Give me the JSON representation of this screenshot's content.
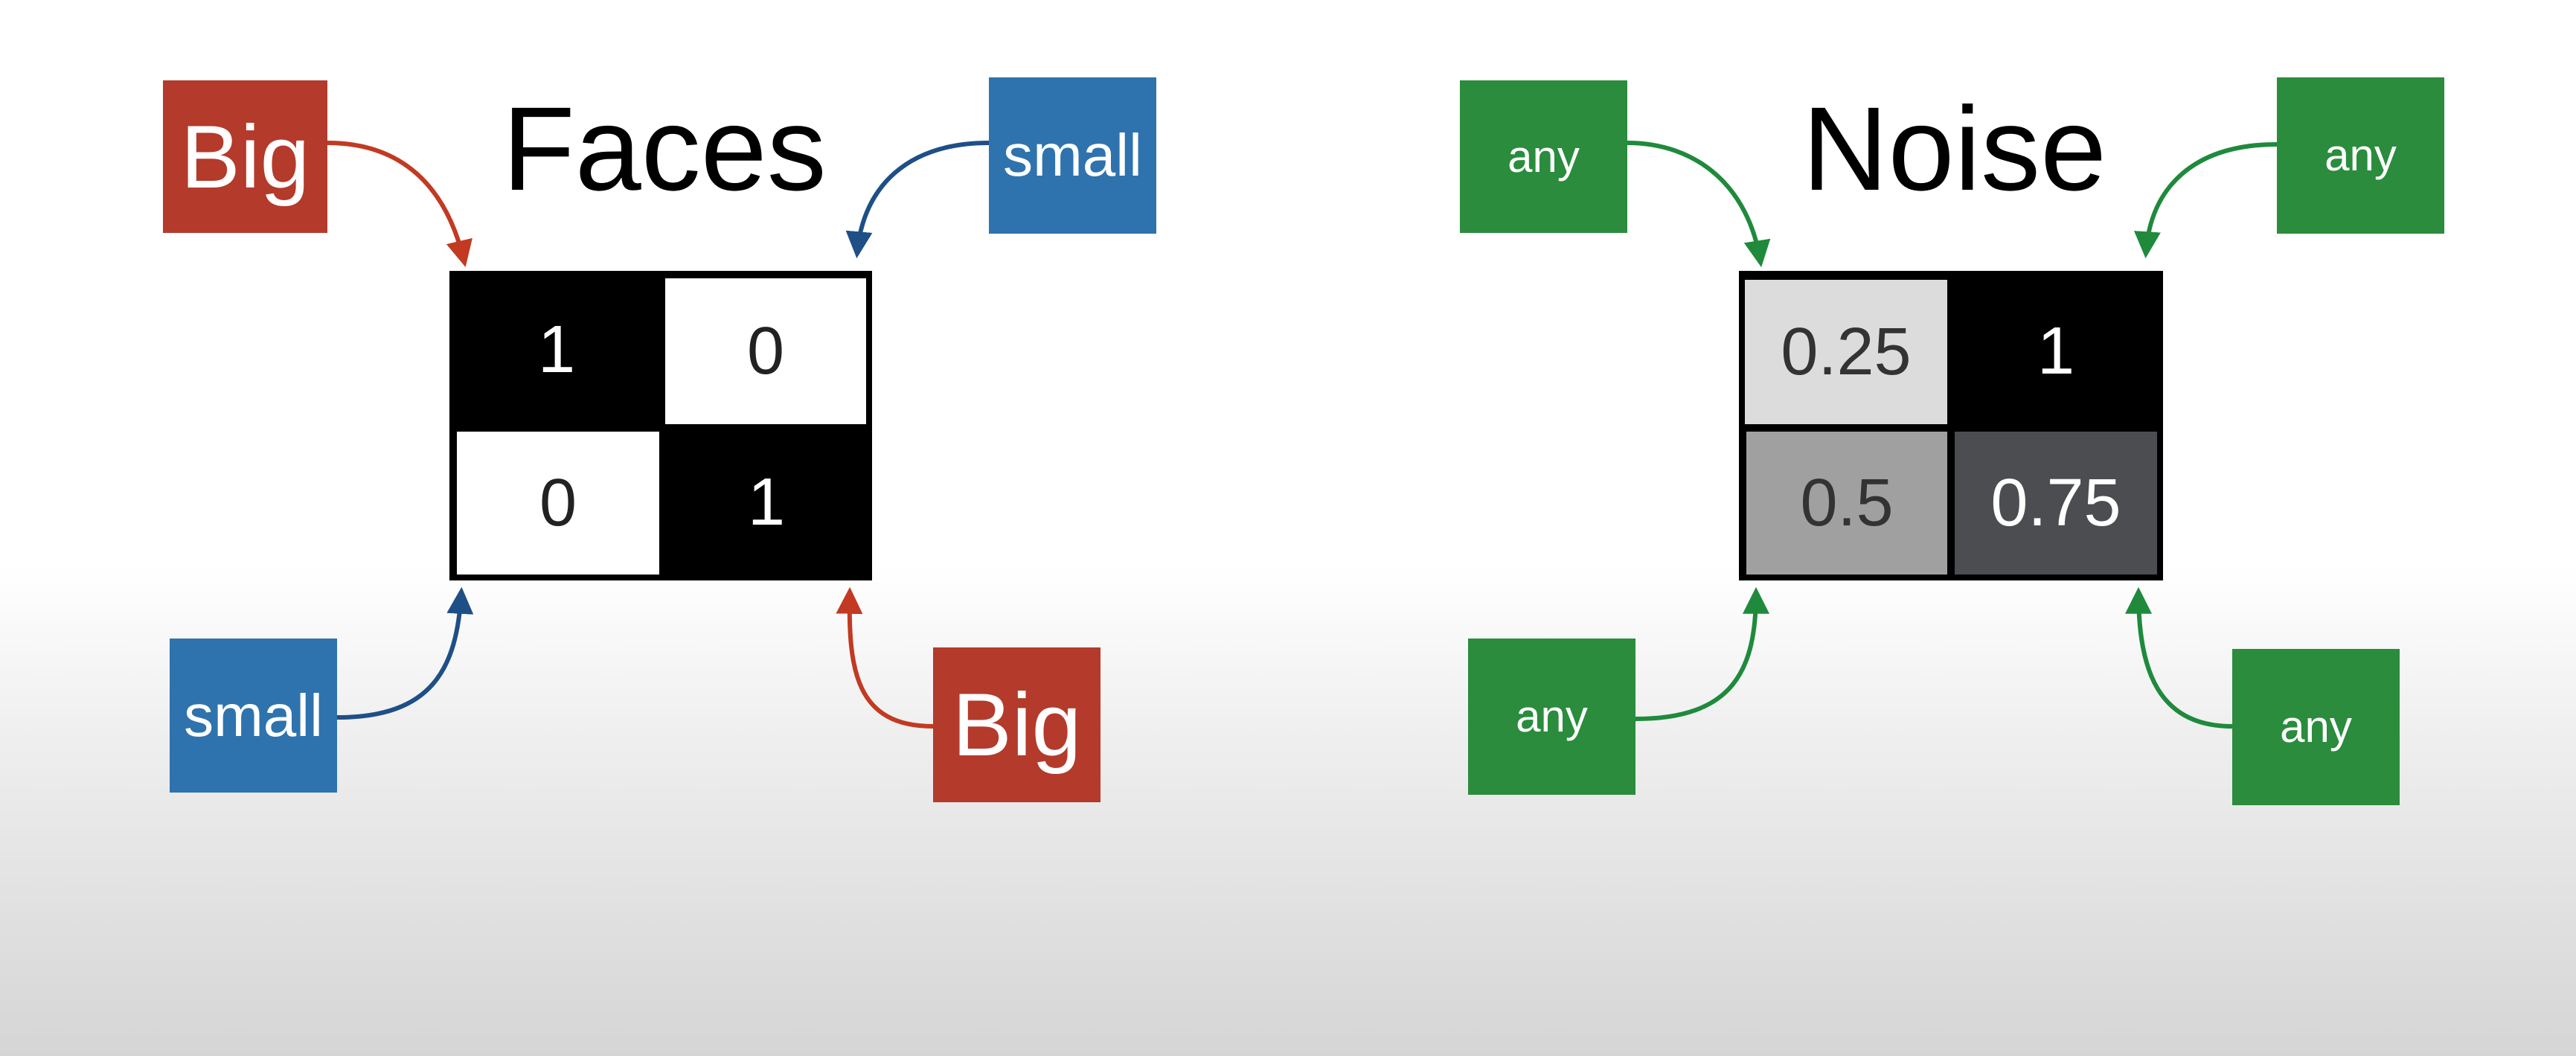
{
  "colors": {
    "big": "#b43a2b",
    "small": "#2e73ad",
    "any": "#2a8c3c",
    "arrow_red": "#c23a22",
    "arrow_blue": "#1e4f86",
    "arrow_green": "#1f8a3c"
  },
  "faces": {
    "title": "Faces",
    "tags": {
      "top_left": "Big",
      "top_right": "small",
      "bottom_left": "small",
      "bottom_right": "Big"
    },
    "grid": [
      [
        "1",
        "0"
      ],
      [
        "0",
        "1"
      ]
    ]
  },
  "noise": {
    "title": "Noise",
    "tags": {
      "top_left": "any",
      "top_right": "any",
      "bottom_left": "any",
      "bottom_right": "any"
    },
    "grid": [
      [
        "0.25",
        "1"
      ],
      [
        "0.5",
        "0.75"
      ]
    ]
  }
}
